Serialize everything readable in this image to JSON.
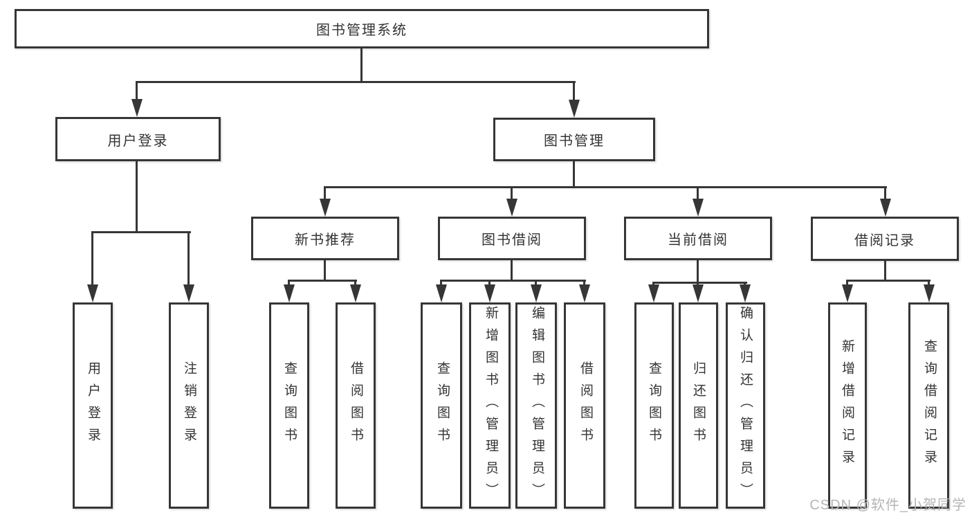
{
  "diagram": {
    "title": "图书管理系统",
    "watermark": "CSDN @软件_小贺同学",
    "colors": {
      "line": "#363636",
      "text": "#333333",
      "background": "#ffffff",
      "watermark": "#b5b5b5"
    },
    "nodes": {
      "root": {
        "label": "图书管理系统"
      },
      "user_login": {
        "label": "用户登录"
      },
      "book_management": {
        "label": "图书管理"
      },
      "new_book_recommend": {
        "label": "新书推荐"
      },
      "book_borrowing": {
        "label": "图书借阅"
      },
      "current_borrowing": {
        "label": "当前借阅"
      },
      "borrowing_records": {
        "label": "借阅记录"
      },
      "leaf_user_login": {
        "label": "用户登录"
      },
      "leaf_logout": {
        "label": "注销登录"
      },
      "leaf_query_books_recommend": {
        "label": "查询图书"
      },
      "leaf_borrow_books_recommend": {
        "label": "借阅图书"
      },
      "leaf_query_books_borrowing": {
        "label": "查询图书"
      },
      "leaf_add_books_admin": {
        "label": "新增图书（管理员）"
      },
      "leaf_edit_books_admin": {
        "label": "编辑图书（管理员）"
      },
      "leaf_borrow_books_borrowing": {
        "label": "借阅图书"
      },
      "leaf_query_books_current": {
        "label": "查询图书"
      },
      "leaf_return_books": {
        "label": "归还图书"
      },
      "leaf_confirm_return_admin": {
        "label": "确认归还（管理员）"
      },
      "leaf_add_borrow_record": {
        "label": "新增借阅记录"
      },
      "leaf_query_borrow_record": {
        "label": "查询借阅记录"
      }
    }
  }
}
